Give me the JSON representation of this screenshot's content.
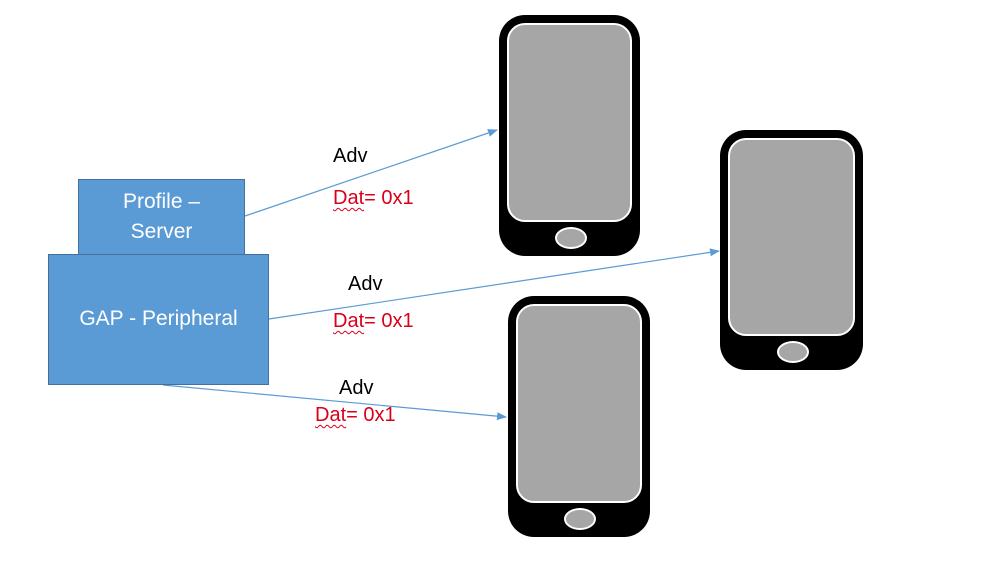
{
  "diagram": {
    "profile_box": {
      "line1": "Profile –",
      "line2": "Server"
    },
    "gap_box": {
      "label": "GAP - Peripheral"
    },
    "links": [
      {
        "adv": "Adv",
        "dat_prefix": "Dat",
        "dat_rest": "= 0x1"
      },
      {
        "adv": "Adv",
        "dat_prefix": "Dat",
        "dat_rest": "= 0x1"
      },
      {
        "adv": "Adv",
        "dat_prefix": "Dat",
        "dat_rest": "= 0x1"
      }
    ],
    "colors": {
      "box_fill": "#5b9bd5",
      "box_border": "#41719c",
      "arrow": "#5b9bd5",
      "dat_text": "#d9001b",
      "phone_body": "#000000",
      "phone_screen": "#a6a6a6"
    }
  }
}
